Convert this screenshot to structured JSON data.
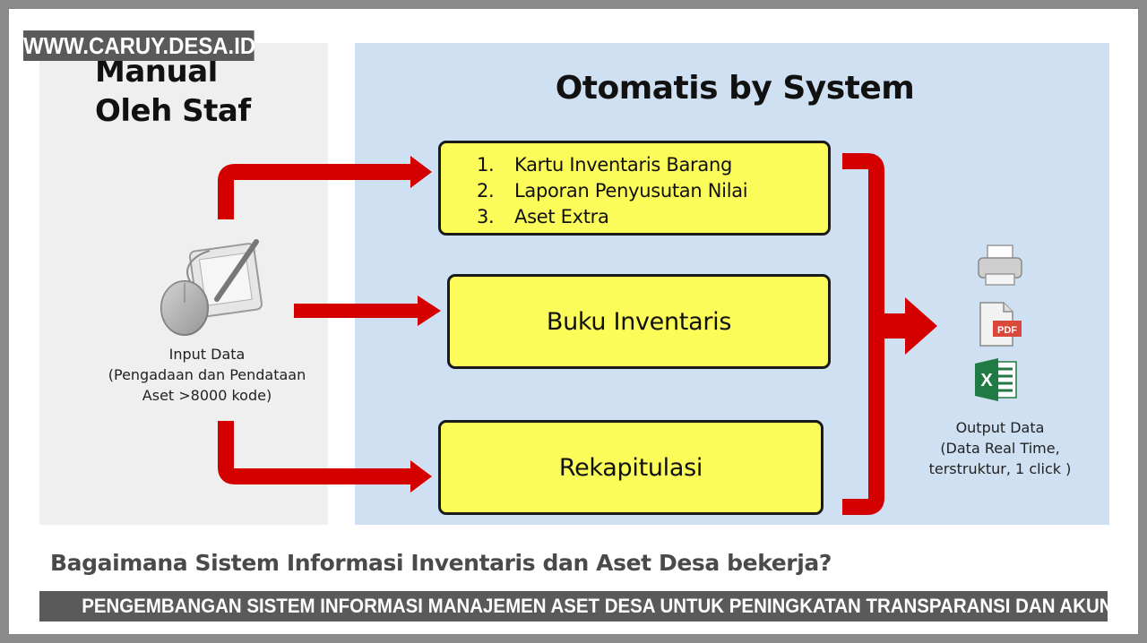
{
  "watermark": "WWW.CARUY.DESA.ID",
  "manual": {
    "title_line1": "Manual",
    "title_line2": "Oleh Staf"
  },
  "system": {
    "title": "Otomatis by System"
  },
  "boxes": {
    "reports": [
      {
        "num": "1.",
        "label": "Kartu Inventaris Barang"
      },
      {
        "num": "2.",
        "label": "Laporan Penyusutan Nilai"
      },
      {
        "num": "3.",
        "label": "Aset Extra"
      }
    ],
    "book": "Buku Inventaris",
    "recap": "Rekapitulasi"
  },
  "input": {
    "line1": "Input Data",
    "line2": "(Pengadaan dan Pendataan",
    "line3": "Aset >8000 kode)"
  },
  "output": {
    "line1": "Output Data",
    "line2": "(Data Real Time,",
    "line3": "terstruktur, 1 click )",
    "pdf_label": "PDF",
    "excel_label": "X"
  },
  "question": "Bagaimana Sistem Informasi Inventaris dan Aset Desa bekerja?",
  "footer": "PENGEMBANGAN SISTEM INFORMASI MANAJEMEN ASET DESA UNTUK PENINGKATAN TRANSPARANSI DAN AKUNTABILITAS",
  "colors": {
    "arrow": "#d40000",
    "box": "#fbfb59",
    "panel": "#cfe0f2"
  }
}
